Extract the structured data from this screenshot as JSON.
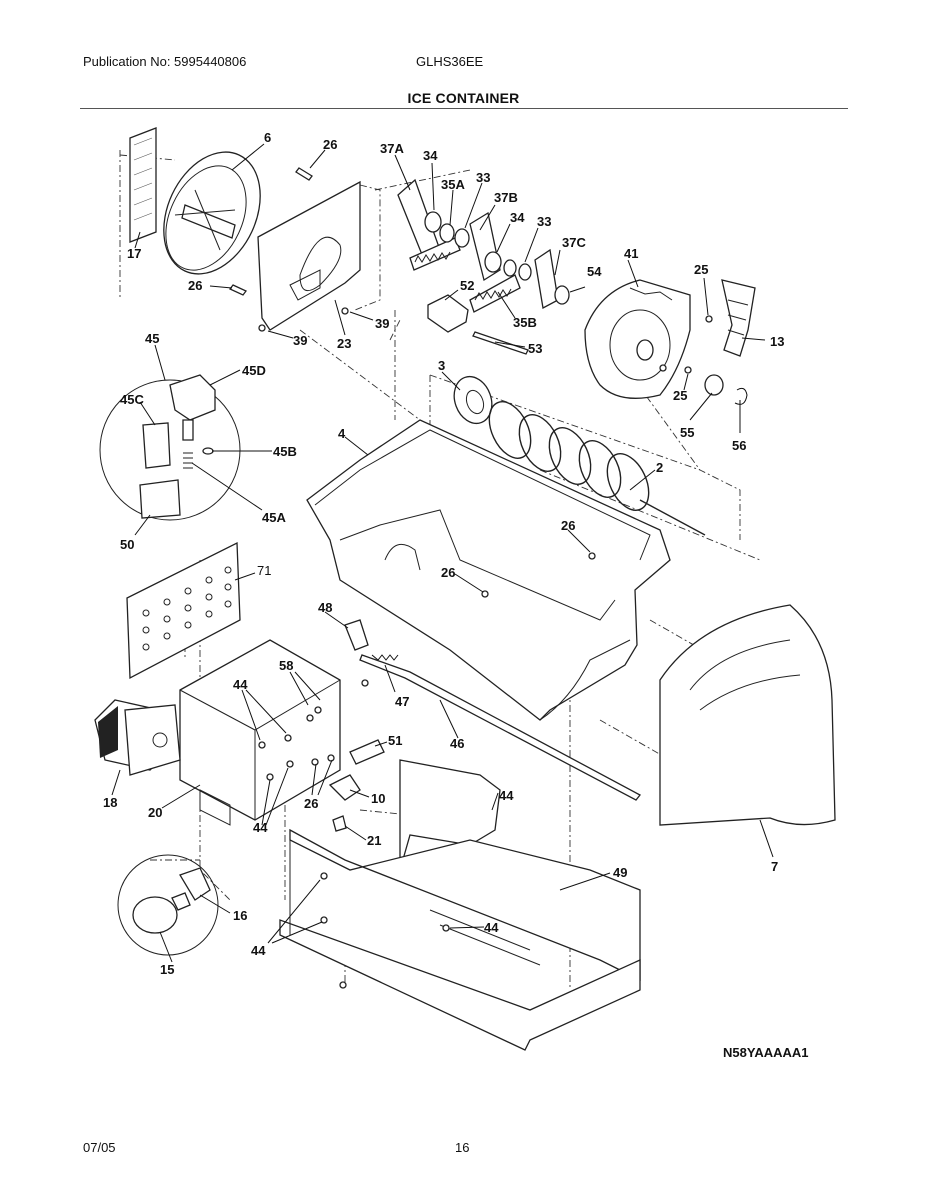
{
  "header": {
    "publication": "Publication No: 5995440806",
    "model": "GLHS36EE"
  },
  "title": "ICE CONTAINER",
  "diagram_code": "N58YAAAAA1",
  "footer": {
    "date": "07/05",
    "page": "16"
  },
  "callouts": {
    "c6": "6",
    "c26a": "26",
    "c37A": "37A",
    "c34a": "34",
    "c35A": "35A",
    "c33a": "33",
    "c37B": "37B",
    "c34b": "34",
    "c33b": "33",
    "c37C": "37C",
    "c41": "41",
    "c25a": "25",
    "c17": "17",
    "c26b": "26",
    "c52": "52",
    "c54": "54",
    "c13": "13",
    "c39a": "39",
    "c39b": "39",
    "c23": "23",
    "c35B": "35B",
    "c53": "53",
    "c45": "45",
    "c45D": "45D",
    "c25b": "25",
    "c3": "3",
    "c45C": "45C",
    "c4": "4",
    "c45B": "45B",
    "c55": "55",
    "c56": "56",
    "c2": "2",
    "c45A": "45A",
    "c50": "50",
    "c26c": "26",
    "c71": "71",
    "c26d": "26",
    "c48": "48",
    "c58": "58",
    "c44a": "44",
    "c47": "47",
    "c46": "46",
    "c51": "51",
    "c18": "18",
    "c20": "20",
    "c10": "10",
    "c26e": "26",
    "c44b": "44",
    "c44c": "44",
    "c21": "21",
    "c7": "7",
    "c49": "49",
    "c16": "16",
    "c44d": "44",
    "c44e": "44",
    "c15": "15"
  }
}
